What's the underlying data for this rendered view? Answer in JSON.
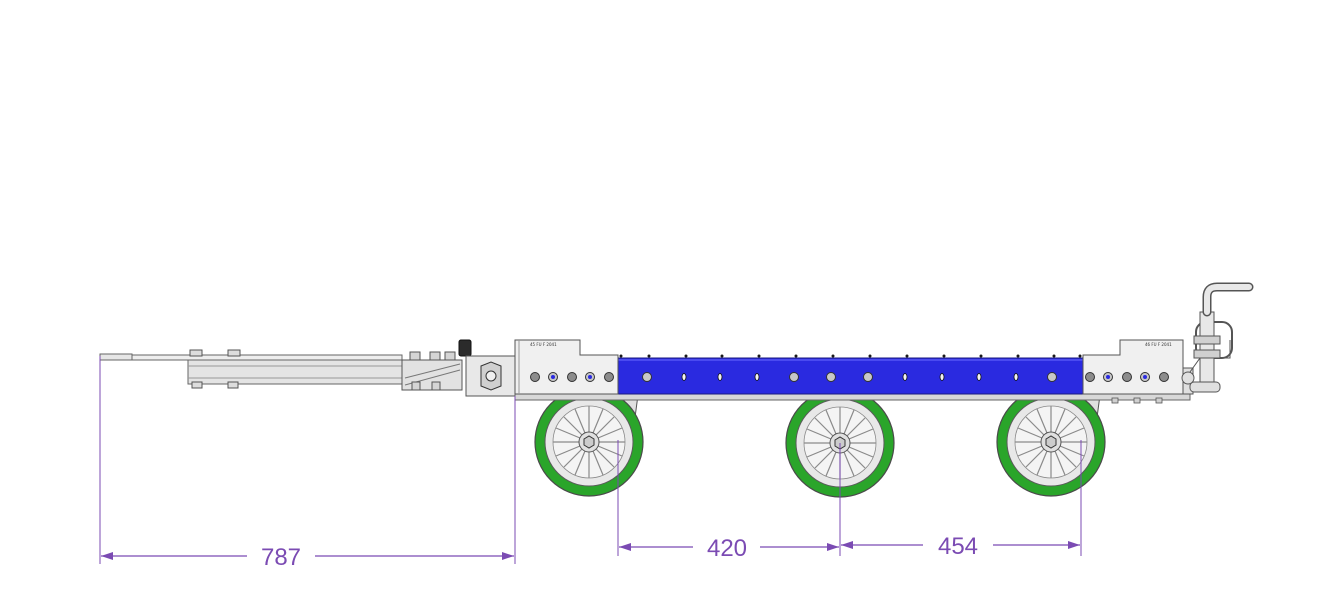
{
  "dimensions": {
    "tow_bar_length": "787",
    "caster_spacing_left": "420",
    "caster_spacing_right": "454"
  },
  "frame": {
    "left_bracket_code": "45 FU F 2041",
    "right_bracket_code": "46 FU F 2041"
  },
  "colors": {
    "frame_blue": "#2a2ae0",
    "wheel_green": "#2aa52a",
    "dimension_purple": "#7b4bb3",
    "steel": "#d9d9d9",
    "outline": "#555555"
  }
}
